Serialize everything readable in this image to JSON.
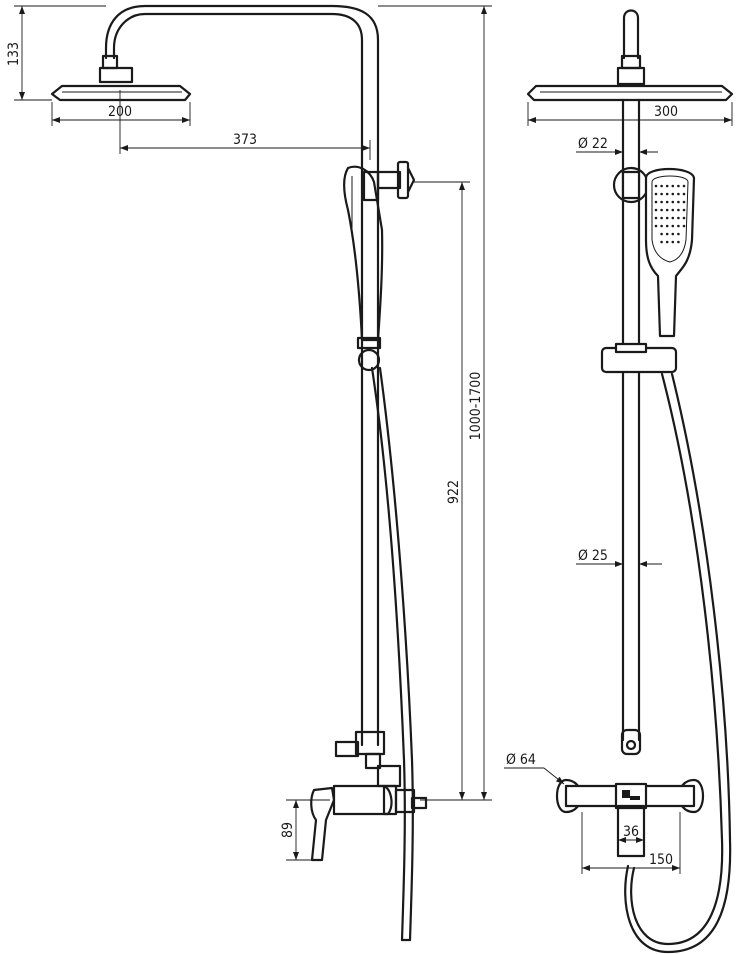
{
  "dimensions": {
    "height_133": "133",
    "width_200": "200",
    "reach_373": "373",
    "height_range": "1000-1700",
    "height_922": "922",
    "height_89": "89",
    "width_300": "300",
    "dia_22": "Ø 22",
    "dia_25": "Ø 25",
    "dia_64": "Ø 64",
    "width_36": "36",
    "width_150": "150"
  }
}
